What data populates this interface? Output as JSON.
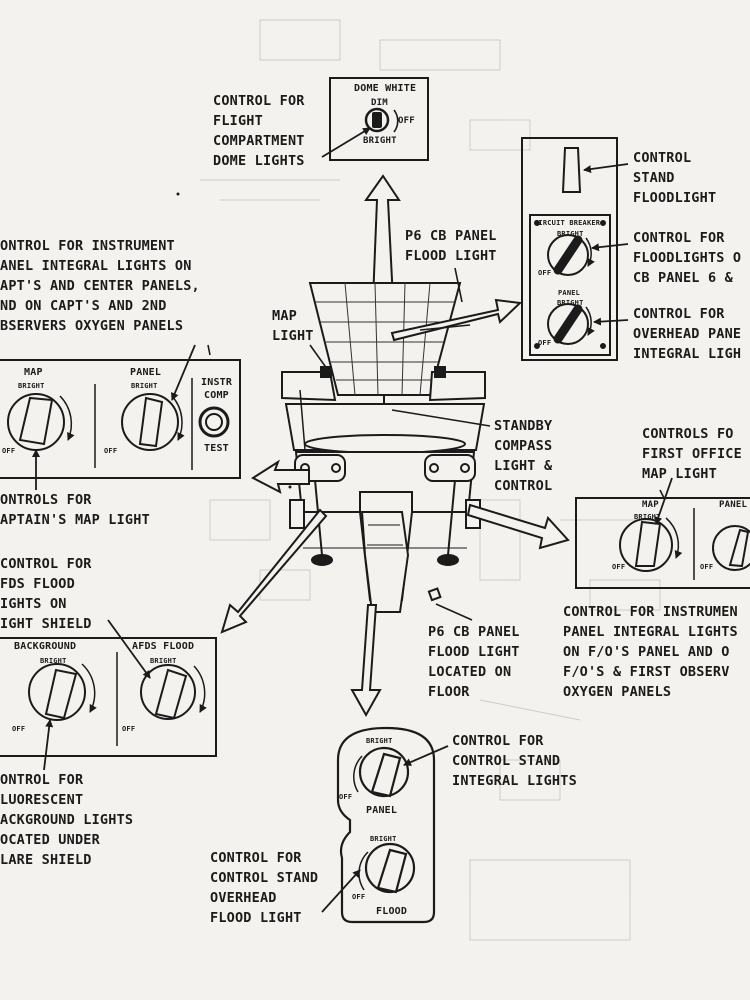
{
  "labels": {
    "dome_callout": "CONTROL FOR\nFLIGHT\nCOMPARTMENT\nDOME LIGHTS",
    "stand_flood_callout": "CONTROL\nSTAND\nFLOODLIGHT",
    "cb_flood_callout": "CONTROL FOR\nFLOODLIGHTS O\nCB PANEL 6 &",
    "overhead_integral_callout": "CONTROL FOR\nOVERHEAD PANE\nINTEGRAL LIGH",
    "instr_panel_callout": "ONTROL FOR INSTRUMENT\nANEL INTEGRAL LIGHTS ON\nAPT'S AND CENTER PANELS,\nND ON CAPT'S AND 2ND\nBSERVERS OXYGEN PANELS",
    "p6_flood_callout": "P6 CB PANEL\nFLOOD LIGHT",
    "map_light_callout": "MAP\nLIGHT",
    "standby_compass_callout": "STANDBY\nCOMPASS\nLIGHT &\nCONTROL",
    "fo_map_callout": "CONTROLS FO\nFIRST OFFICE\nMAP LIGHT",
    "capt_map_callout": "ONTROLS FOR\nAPTAIN'S MAP LIGHT",
    "afds_callout": "CONTROL FOR\nFDS FLOOD\nIGHTS ON\nIGHT SHIELD",
    "fo_instr_callout": "CONTROL FOR INSTRUMEN\nPANEL INTEGRAL LIGHTS\nON F/O'S PANEL AND O\nF/O'S & FIRST OBSERV\nOXYGEN PANELS",
    "p6_floor_callout": "P6 CB PANEL\nFLOOD LIGHT\nLOCATED ON\nFLOOR",
    "fluorescent_callout": "ONTROL FOR\nLUORESCENT\nACKGROUND LIGHTS\nOCATED UNDER\nLARE SHIELD",
    "stand_integral_callout": "CONTROL FOR\nCONTROL STAND\nINTEGRAL LIGHTS",
    "stand_overhead_callout": "CONTROL FOR\nCONTROL STAND\nOVERHEAD\nFLOOD LIGHT"
  },
  "panels": {
    "dome": {
      "title": "DOME WHITE",
      "dim": "DIM",
      "off": "OFF",
      "bright": "BRIGHT"
    },
    "cb": {
      "circuit_breaker": "CIRCUIT BREAKER",
      "panel": "PANEL",
      "bright": "BRIGHT",
      "off": "OFF"
    },
    "capt": {
      "map": "MAP",
      "panel": "PANEL",
      "instr": "INSTR",
      "comp": "COMP",
      "test": "TEST",
      "bright": "BRIGHT",
      "off": "OFF"
    },
    "fo": {
      "map": "MAP",
      "panel": "PANEL",
      "bright": "BRIGHT",
      "off": "OFF"
    },
    "glare": {
      "background": "BACKGROUND",
      "afds": "AFDS FLOOD",
      "bright": "BRIGHT",
      "off": "OFF"
    },
    "stand": {
      "panel": "PANEL",
      "flood": "FLOOD",
      "bright": "BRIGHT",
      "off": "OFF"
    }
  },
  "colors": {
    "ink": "#1b1b1b",
    "paper": "#f3f2ee",
    "ghost": "#b9b9b4"
  }
}
